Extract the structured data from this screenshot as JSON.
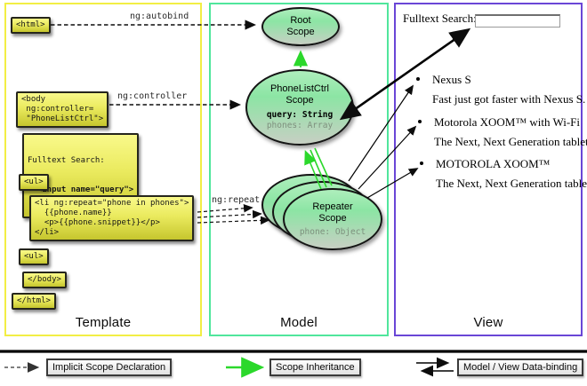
{
  "colors": {
    "template_border": "#f2ee44",
    "model_border": "#50e69c",
    "view_border": "#6a46d6",
    "code_box_fill": "#eaea5e",
    "scope_fill": "#8ce5a4",
    "inheritance_arrow": "#2bd82b",
    "binding_arrow": "#000000",
    "declaration_arrow": "#555555"
  },
  "template": {
    "panel_label": "Template",
    "tags": {
      "html_open": "<html>",
      "body_open": "<body\n ng:controller=\n \"PhoneListCtrl\">",
      "fulltext_line1": "Fulltext Search:",
      "fulltext_line2": "  <input name=\"query\">",
      "ul_open": "<ul>",
      "li_repeat": "<li ng:repeat=\"phone in phones\">\n  {{phone.name}}\n  <p>{{phone.snippet}}</p>\n</li>",
      "ul_close": "<ul>",
      "body_close": "</body>",
      "html_close": "</html>"
    },
    "arrow_labels": {
      "autobind": "ng:autobind",
      "controller": "ng:controller",
      "repeat": "ng:repeat"
    }
  },
  "model": {
    "panel_label": "Model",
    "root_scope": {
      "title": "Root\nScope"
    },
    "phonelist_scope": {
      "title": "PhoneListCtrl\nScope",
      "prop_query": "query: String",
      "prop_phones": "phones: Array"
    },
    "repeater_scope": {
      "title": "Repeater\nScope",
      "prop_phone": "phone: Object"
    }
  },
  "view": {
    "panel_label": "View",
    "search_label": "Fulltext Search:",
    "search_value": "",
    "items": [
      {
        "title": "Nexus S",
        "snippet": "Fast just got faster with Nexus S."
      },
      {
        "title": "Motorola XOOM™  with Wi-Fi",
        "snippet": "The Next, Next Generation tablet."
      },
      {
        "title": "MOTOROLA XOOM™",
        "snippet": "The Next, Next Generation tablet."
      }
    ]
  },
  "legend": {
    "implicit_label": "Implicit Scope Declaration",
    "inheritance_label": "Scope Inheritance",
    "databinding_label": "Model / View Data-binding"
  }
}
